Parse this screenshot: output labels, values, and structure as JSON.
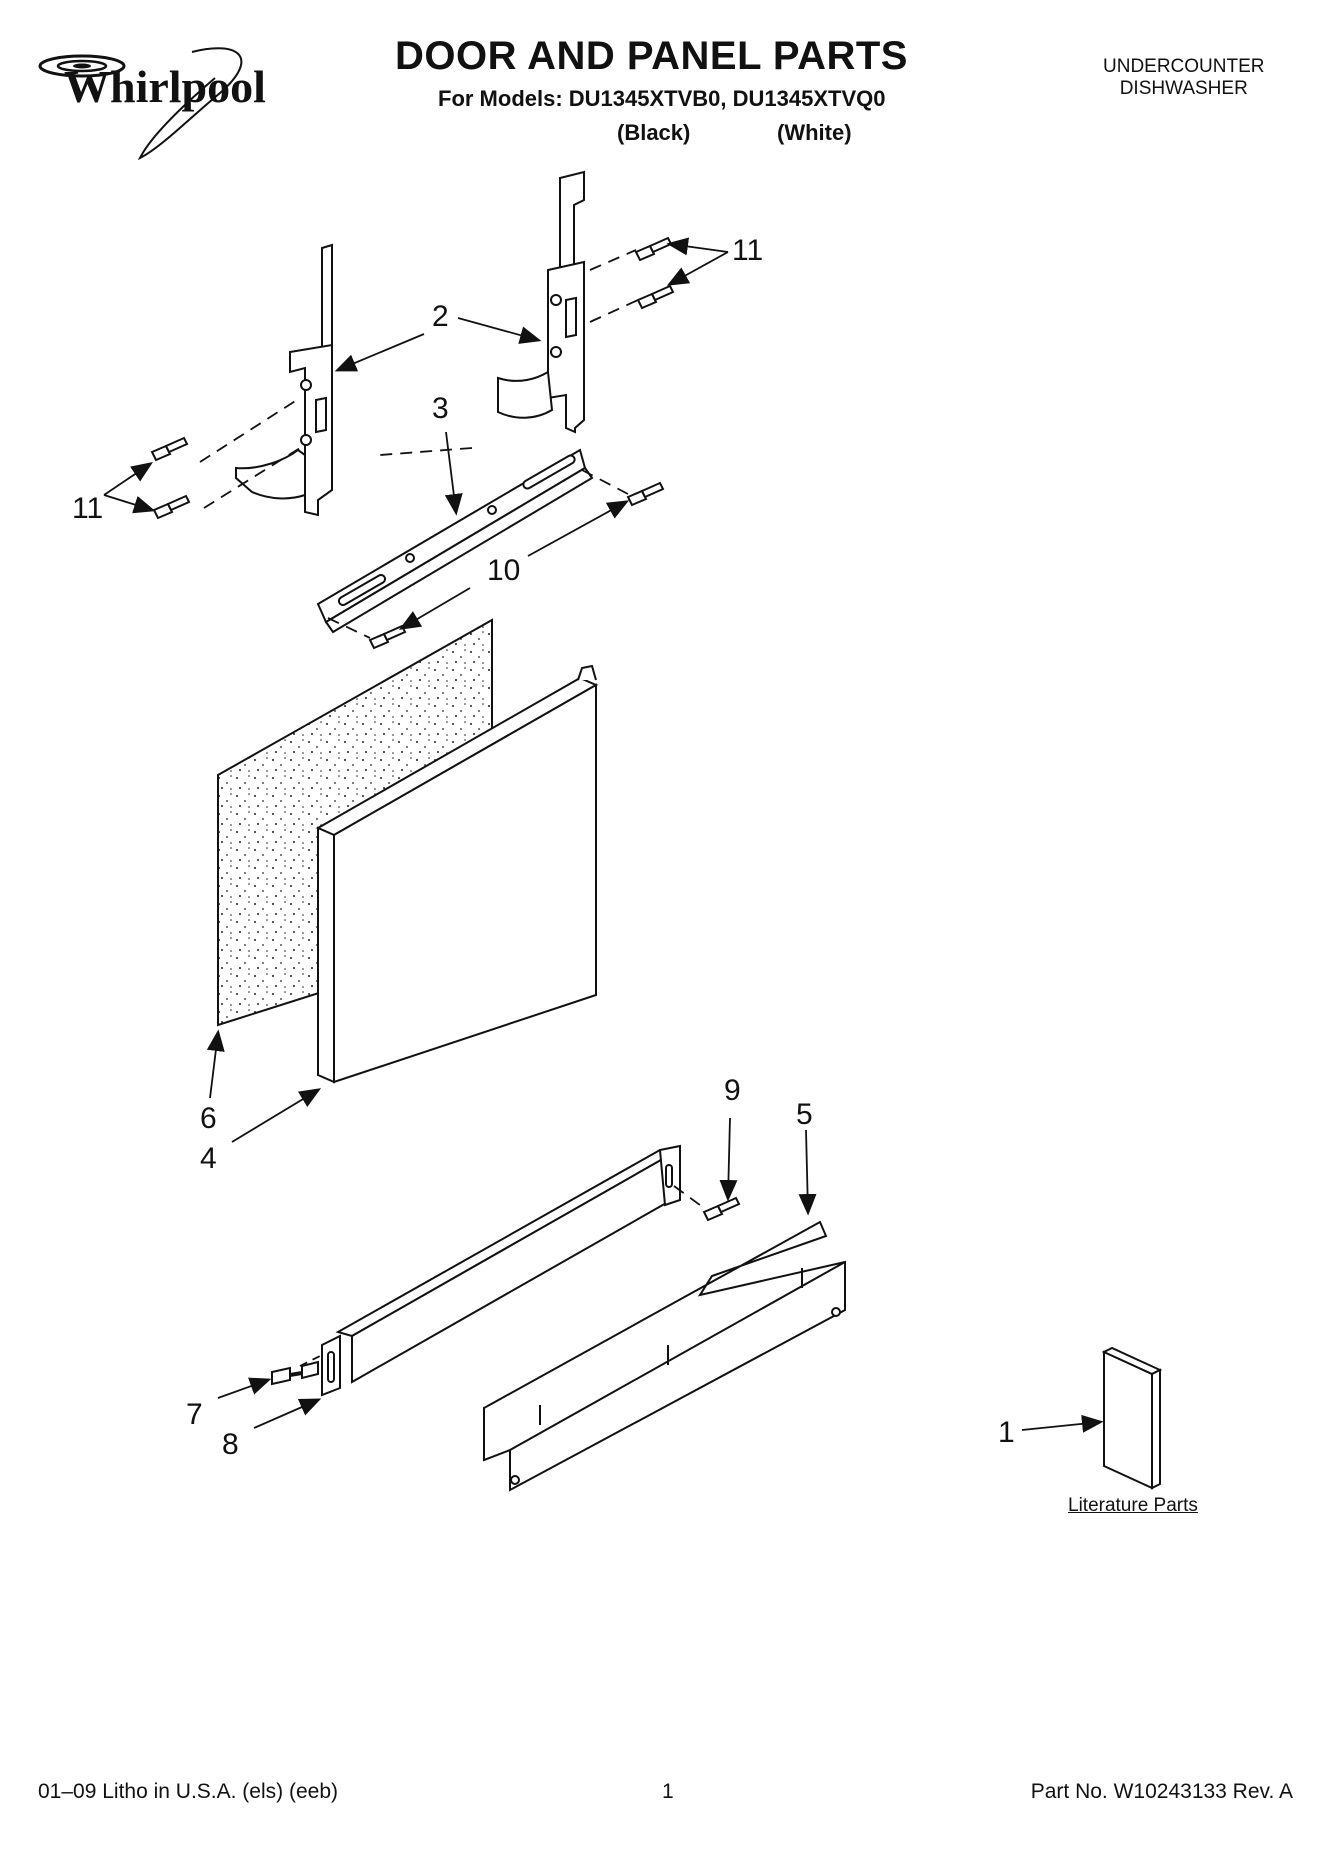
{
  "brand": "Whirlpool",
  "header": {
    "title": "DOOR AND PANEL PARTS",
    "models": "For Models: DU1345XTVB0, DU1345XTVQ0",
    "variant_black": "(Black)",
    "variant_white": "(White)",
    "category_line1": "UNDERCOUNTER",
    "category_line2": "DISHWASHER"
  },
  "callouts": {
    "c1": "1",
    "c2": "2",
    "c3": "3",
    "c4": "4",
    "c5": "5",
    "c6": "6",
    "c7": "7",
    "c8": "8",
    "c9": "9",
    "c10": "10",
    "c11_left": "11",
    "c11_right": "11"
  },
  "literature_link": "Literature Parts",
  "footer": {
    "left": "01–09 Litho in U.S.A. (els) (eeb)",
    "page": "1",
    "part_no": "Part No. W10243133 Rev. A"
  }
}
